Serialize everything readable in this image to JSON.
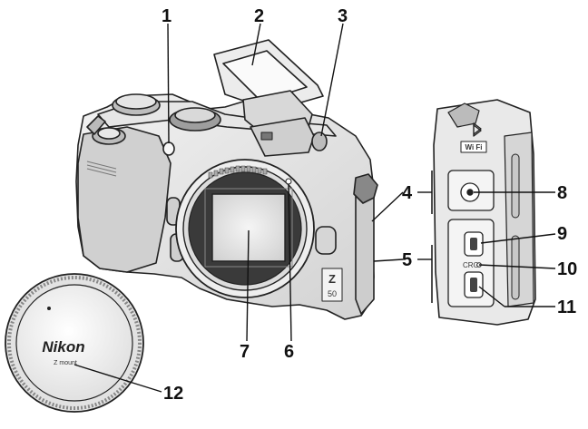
{
  "callouts": [
    "1",
    "2",
    "3",
    "4",
    "5",
    "6",
    "7",
    "8",
    "9",
    "10",
    "11",
    "12"
  ],
  "camera": {
    "model_badge_top": "Z",
    "model_badge_bottom": "50"
  },
  "port_panel": {
    "wifi_label": "Wi Fi",
    "charge_label": "CRG"
  },
  "body_cap": {
    "brand": "Nikon",
    "mount": "Z mount"
  },
  "icons": [
    "bluetooth-icon",
    "wifi-icon",
    "microphone-icon",
    "usb-icon",
    "hdmi-icon"
  ]
}
